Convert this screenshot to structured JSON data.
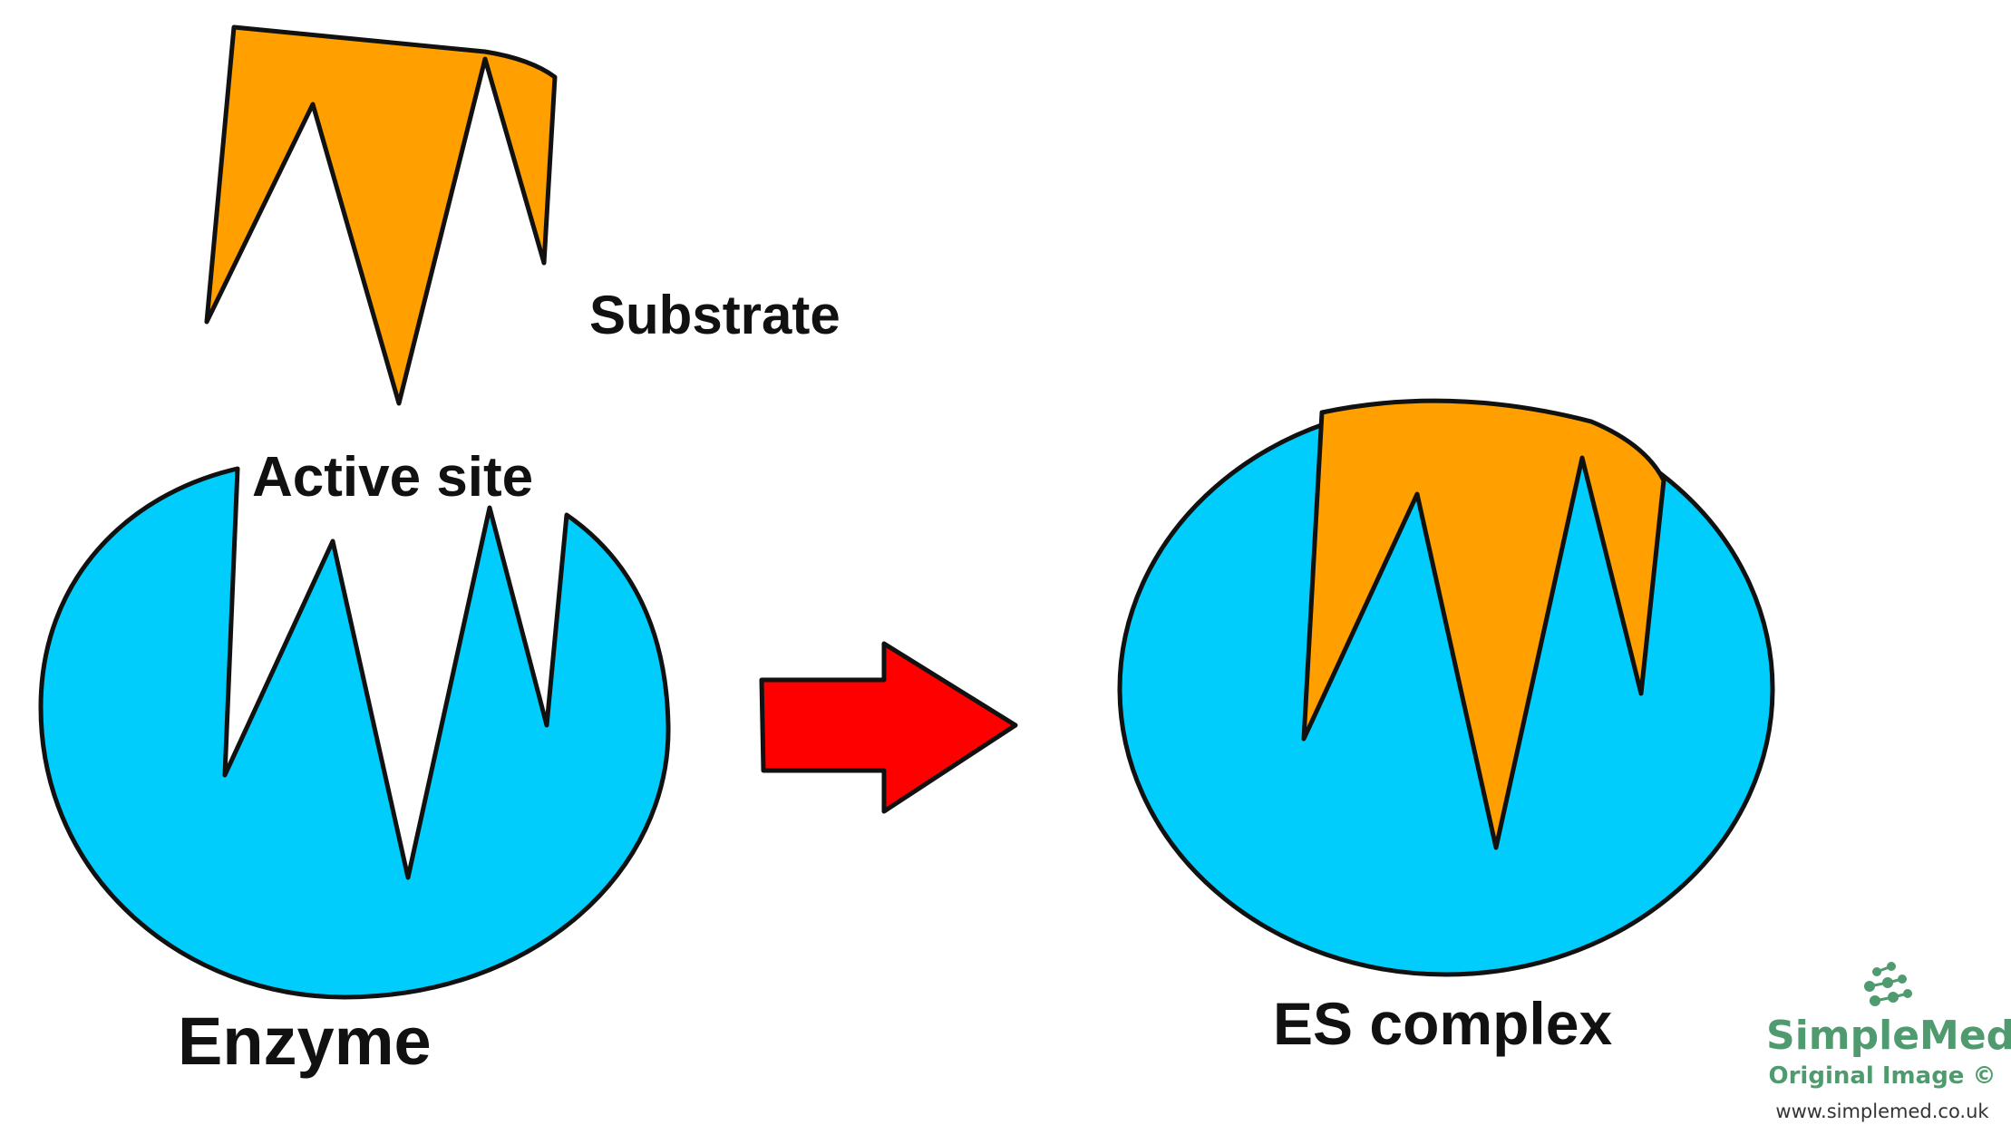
{
  "labels": {
    "substrate": "Substrate",
    "active_site": "Active site",
    "enzyme": "Enzyme",
    "es_complex": "ES complex"
  },
  "watermark": {
    "brand": "SimpleMed",
    "subtitle": "Original Image ©",
    "url": "www.simplemed.co.uk"
  },
  "colors": {
    "enzyme": "#00cdfc",
    "substrate": "#ffa000",
    "arrow": "#ff0000",
    "outline": "#111111",
    "brand": "#4f9a6e"
  }
}
